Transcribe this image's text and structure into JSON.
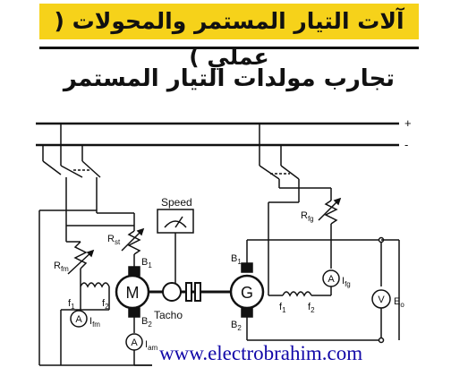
{
  "header": {
    "title": "آلات التيار المستمر والمحولات ( عملي )",
    "subtitle": "تجارب مولدات التيار المستمر"
  },
  "supply": {
    "plus": "+",
    "minus": "-"
  },
  "labels": {
    "r_fm": "R",
    "r_fm_sub": "fm",
    "r_st": "R",
    "r_st_sub": "st",
    "r_fg": "R",
    "r_fg_sub": "fg",
    "motor": "M",
    "generator": "G",
    "speed": "Speed",
    "tacho": "Tacho",
    "b1_motor": "B",
    "b1_motor_sub": "1",
    "b2_motor": "B",
    "b2_motor_sub": "2",
    "b1_gen": "B",
    "b1_gen_sub": "1",
    "b2_gen": "B",
    "b2_gen_sub": "2",
    "f1_motor": "f",
    "f1_motor_sub": "1",
    "f2_motor": "f",
    "f2_motor_sub": "2",
    "f1_gen": "f",
    "f1_gen_sub": "1",
    "f2_gen": "f",
    "f2_gen_sub": "2",
    "i_fm": "I",
    "i_fm_sub": "fm",
    "i_am": "I",
    "i_am_sub": "am",
    "i_fg": "I",
    "i_fg_sub": "fg",
    "e_o": "E",
    "e_o_sub": "o",
    "ammeter": "A",
    "voltmeter": "V"
  },
  "watermark": "www.electrobrahim.com",
  "colors": {
    "header_band": "#f6d21a",
    "watermark": "#1208a8",
    "ink": "#111111"
  }
}
